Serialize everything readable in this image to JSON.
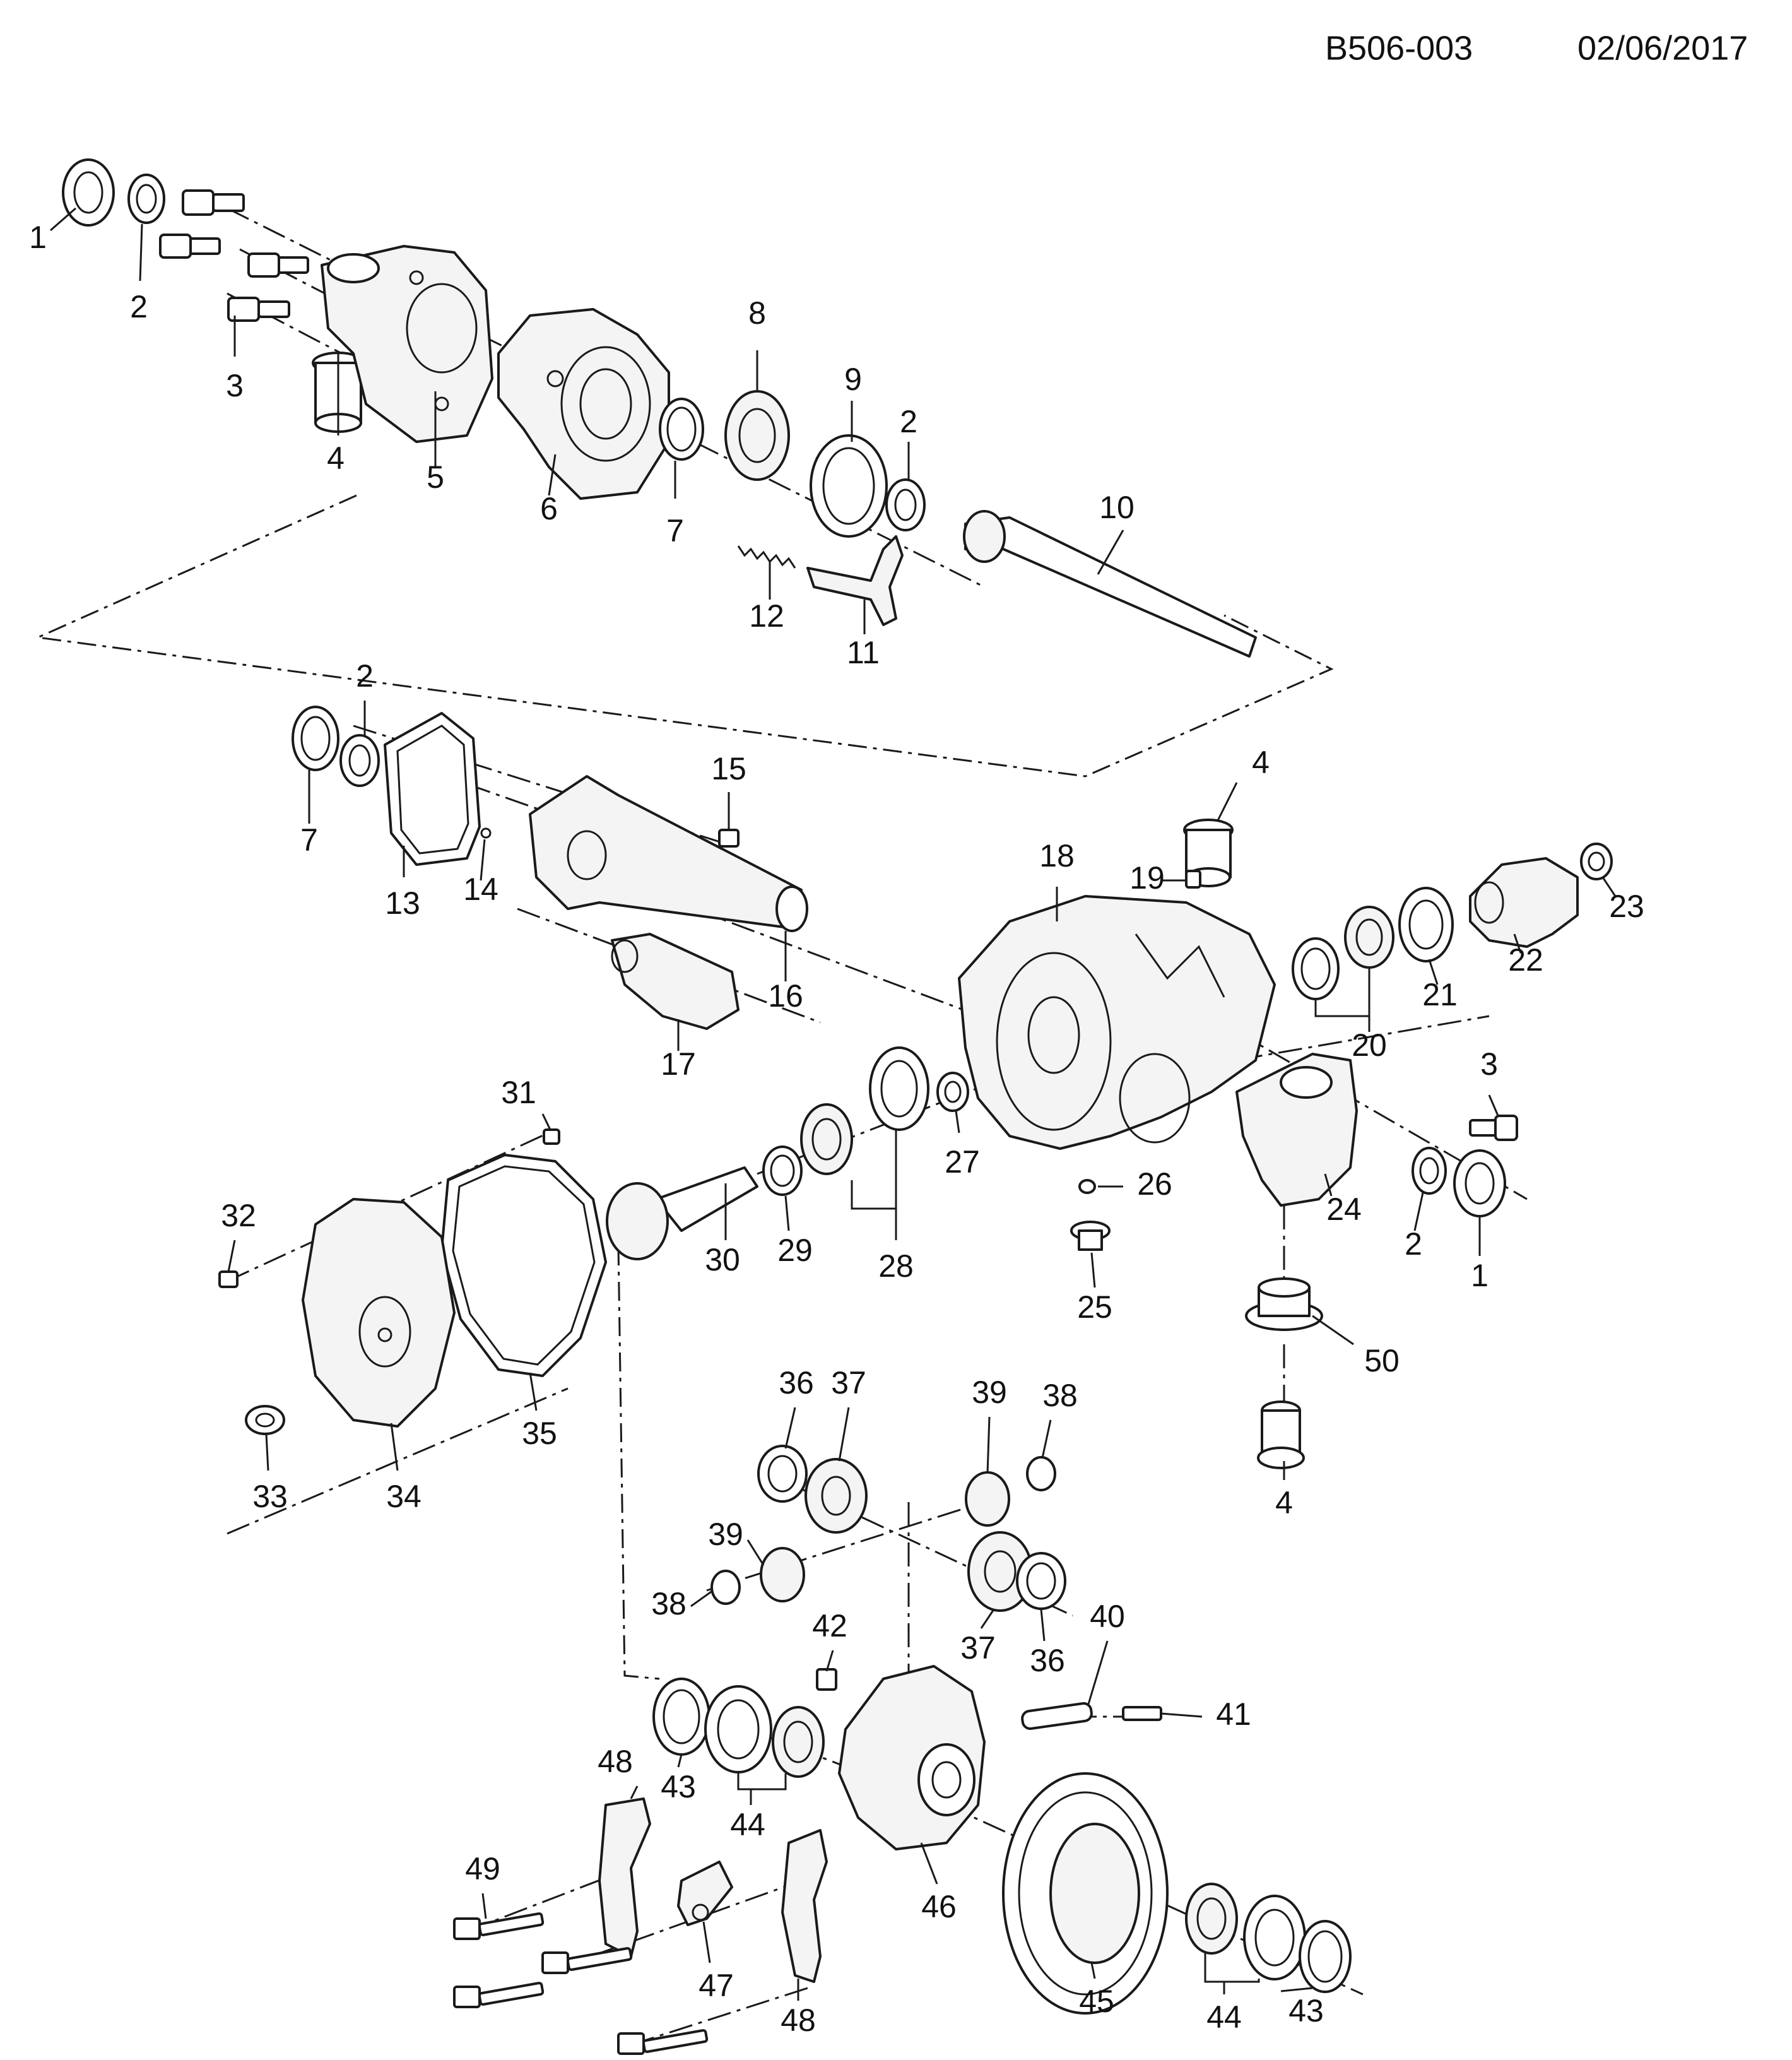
{
  "header": {
    "drawing_number": "B506-003",
    "date": "02/06/2017"
  },
  "callouts": {
    "c1a": "1",
    "c2a": "2",
    "c3a": "3",
    "c4a": "4",
    "c5": "5",
    "c6": "6",
    "c7a": "7",
    "c8": "8",
    "c9": "9",
    "c2b": "2",
    "c10": "10",
    "c12": "12",
    "c11": "11",
    "c2c": "2",
    "c7b": "7",
    "c15": "15",
    "c13": "13",
    "c14": "14",
    "c16": "16",
    "c17": "17",
    "c4b": "4",
    "c18": "18",
    "c19": "19",
    "c20": "20",
    "c21": "21",
    "c22": "22",
    "c23": "23",
    "c3b": "3",
    "c24": "24",
    "c2d": "2",
    "c1b": "1",
    "c50": "50",
    "c4c": "4",
    "c26": "26",
    "c25": "25",
    "c27": "27",
    "c28": "28",
    "c29": "29",
    "c30": "30",
    "c31": "31",
    "c32": "32",
    "c33": "33",
    "c34": "34",
    "c35": "35",
    "c36a": "36",
    "c37a": "37",
    "c39a": "39",
    "c38a": "38",
    "c39b": "39",
    "c38b": "38",
    "c37b": "37",
    "c36b": "36",
    "c40": "40",
    "c41": "41",
    "c42": "42",
    "c43a": "43",
    "c44a": "44",
    "c46": "46",
    "c45": "45",
    "c44b": "44",
    "c43b": "43",
    "c48a": "48",
    "c49": "49",
    "c47": "47",
    "c48b": "48"
  },
  "icons": {
    "seal": "oil-seal-icon",
    "bearing": "tapered-roller-bearing-icon",
    "bolt": "flange-bolt-icon",
    "gear": "bevel-gear-icon"
  }
}
